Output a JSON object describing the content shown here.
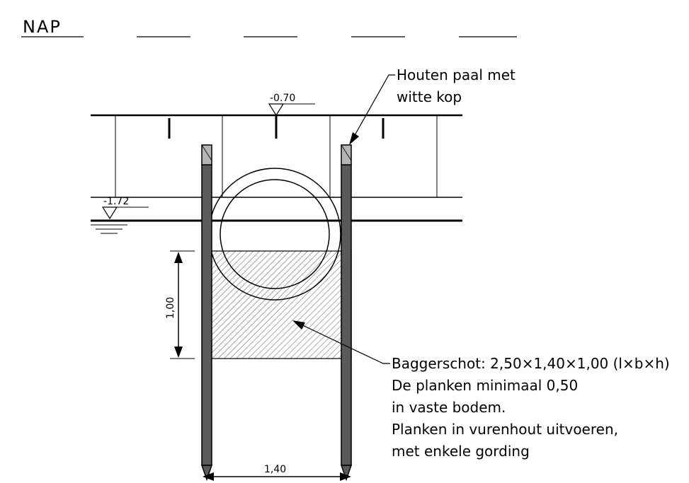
{
  "header": {
    "nap_label": "NAP",
    "blank_fields": 4
  },
  "levels": {
    "top_level": "-0.70",
    "water_level": "-1.72"
  },
  "dimensions": {
    "height": "1,00",
    "width": "1,40"
  },
  "annotations": {
    "pile": {
      "lines": [
        "Houten paal met",
        "witte kop"
      ]
    },
    "baggerschot": {
      "lines": [
        "Baggerschot: 2,50×1,40×1,00 (l×b×h)",
        "De planken minimaal 0,50",
        "in vaste bodem.",
        "Planken in vurenhout uitvoeren,",
        "met enkele gording"
      ]
    }
  },
  "colors": {
    "line": "#000000",
    "pile_fill": "#5a5a5a",
    "pile_head": "#b5b5b5",
    "hatch": "#555555"
  }
}
